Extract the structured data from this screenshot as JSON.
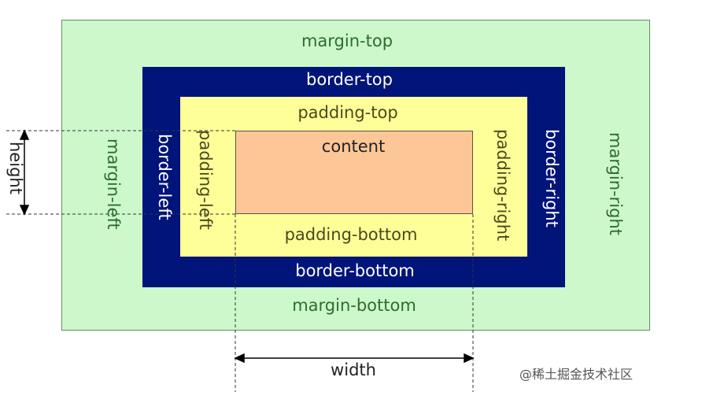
{
  "labels": {
    "margin_top": "margin-top",
    "margin_bottom": "margin-bottom",
    "margin_left": "margin-left",
    "margin_right": "margin-right",
    "border_top": "border-top",
    "border_bottom": "border-bottom",
    "border_left": "border-left",
    "border_right": "border-right",
    "padding_top": "padding-top",
    "padding_bottom": "padding-bottom",
    "padding_left": "padding-left",
    "padding_right": "padding-right",
    "content": "content",
    "height": "height",
    "width": "width"
  },
  "watermark": "@稀土掘金技术社区",
  "colors": {
    "margin": "#ccf8cc",
    "border": "#001479",
    "padding": "#ffff99",
    "content": "#fcc696"
  }
}
